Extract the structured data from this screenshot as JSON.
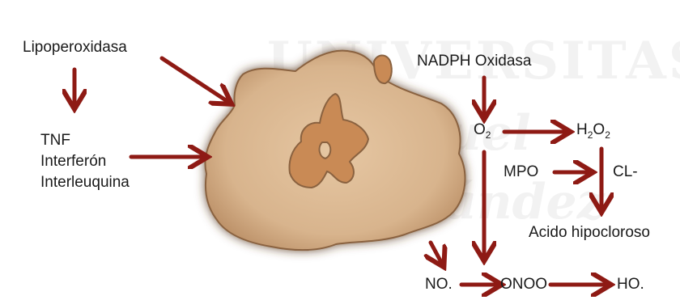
{
  "watermark": {
    "line1": "UNIVERSITAS",
    "line2": "Miguel",
    "line3": "Hernández"
  },
  "labels": {
    "lipoperoxidasa": "Lipoperoxidasa",
    "tnf": "TNF",
    "interferon": "Interferón",
    "interleuquina": "Interleuquina",
    "nadph_oxidasa": "NADPH Oxidasa",
    "o2_main": "O",
    "o2_sub": "2",
    "h2o2_h": "H",
    "h2o2_sub1": "2",
    "h2o2_o": "O",
    "h2o2_sub2": "2",
    "mpo": "MPO",
    "cl": "CL-",
    "acido_hipocloroso": "Acido hipocloroso",
    "no": "NO.",
    "onoo": "ONOO",
    "ho": "HO."
  },
  "colors": {
    "arrow": "#8e1a14",
    "cell_body": "#d9b58f",
    "cell_nucleus": "#c98a55",
    "cell_shadow": "#6b4a30",
    "watermark": "#f0f0f0"
  }
}
